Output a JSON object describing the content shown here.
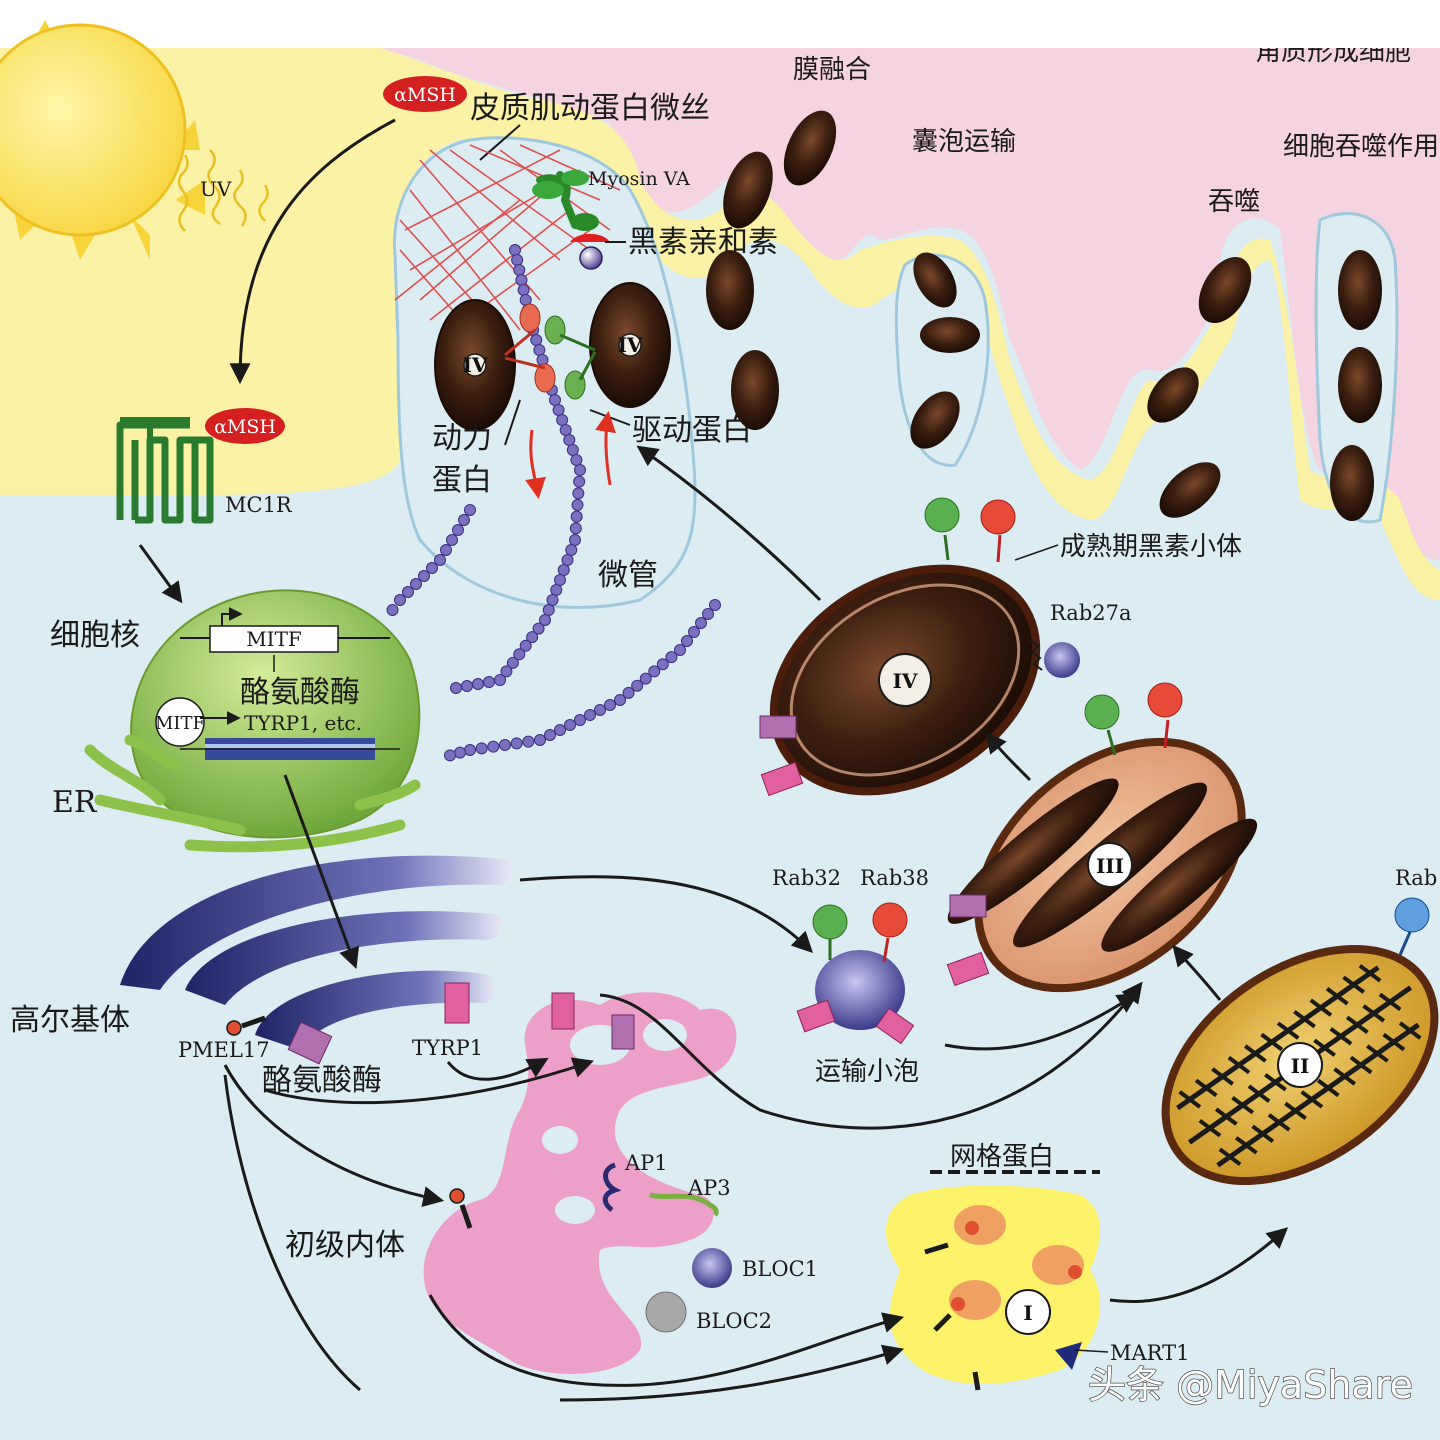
{
  "labels": {
    "uv": "UV",
    "amsh_top": "αMSH",
    "amsh_receptor": "αMSH",
    "cortical_actin": "皮质肌动蛋白微丝",
    "myosin": "Myosin VA",
    "melanophilin": "黑素亲和素",
    "dynein": "动力\n蛋白",
    "kinesin": "驱动蛋白",
    "microtubule": "微管",
    "membrane_fusion": "膜融合",
    "vesicle_transport": "囊泡运输",
    "phagocytosis": "吞噬",
    "phagocytosis_effect": "细胞吞噬作用",
    "top_right_cut": "角质形成细胞",
    "mc1r": "MC1R",
    "nucleus": "细胞核",
    "mitf_gene": "MITF",
    "mitf_protein": "MITF",
    "tyrosinase_cn": "酪氨酸酶",
    "tyrp1_etc": "TYRP1, etc.",
    "er": "ER",
    "golgi": "高尔基体",
    "pmel17": "PMEL17",
    "tyrosinase_golgi": "酪氨酸酶",
    "tyrp1": "TYRP1",
    "early_endosome": "初级内体",
    "ap1": "AP1",
    "ap3": "AP3",
    "bloc1": "BLOC1",
    "bloc2": "BLOC2",
    "clathrin": "网格蛋白",
    "mart1": "MART1",
    "transport_vesicle": "运输小泡",
    "rab32": "Rab32",
    "rab38": "Rab38",
    "rab_cut": "Rab",
    "rab27a": "Rab27a",
    "mature_melanosome": "成熟期黑素小体"
  },
  "stages": {
    "s1": "I",
    "s2": "II",
    "s3": "III",
    "s4": "IV",
    "s4_small_a": "IV",
    "s4_small_b": "IV"
  },
  "watermark": "头条 @MiyaShare",
  "colors": {
    "keratinocyte_pink": "#f6d3e0",
    "keratinocyte_yellow": "#fbf2a6",
    "cytoplasm": "#dcecf3",
    "nucleus": "#8cc24a",
    "golgi": "#2a2e7a",
    "endosome": "#ec9fc8",
    "melanin": "#3a1d0e",
    "stage2": "#d9a830",
    "clathrin_body": "#fdf26a"
  }
}
